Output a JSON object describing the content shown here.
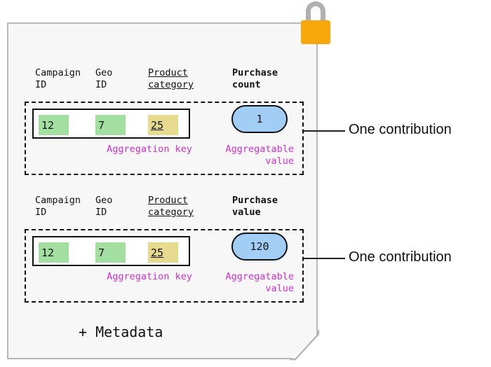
{
  "diagram": {
    "title_icon": "padlock-icon",
    "sheet_label": "encrypted-report-sheet",
    "metadata_text": "+ Metadata",
    "colors": {
      "sheet_background": "#f7f7f7",
      "sheet_border": "#b8b8b8",
      "padlock_body": "#f7a70c",
      "padlock_shackle": "#b0b0b0",
      "key_green": "#a3dfa1",
      "key_yellow": "#e5da8d",
      "value_blue": "#a2cdf5",
      "annotation_magenta": "#d130d1",
      "outline_black": "#111111"
    },
    "contributions": [
      {
        "headers": [
          {
            "text": "Campaign\nID",
            "style": "plain"
          },
          {
            "text": "Geo\nID",
            "style": "plain"
          },
          {
            "text": "Product\ncategory",
            "style": "underline"
          },
          {
            "text": "Purchase\ncount",
            "style": "bold"
          }
        ],
        "aggregation_key": [
          {
            "value": "12",
            "highlight": "green",
            "underline": false
          },
          {
            "value": "7",
            "highlight": "green",
            "underline": false
          },
          {
            "value": "25",
            "highlight": "yellow",
            "underline": true
          }
        ],
        "aggregatable_value": "1",
        "key_annotation": "Aggregation key",
        "value_annotation": "Aggregatable\nvalue",
        "side_label": "One contribution"
      },
      {
        "headers": [
          {
            "text": "Campaign\nID",
            "style": "plain"
          },
          {
            "text": "Geo\nID",
            "style": "plain"
          },
          {
            "text": "Product\ncategory",
            "style": "underline"
          },
          {
            "text": "Purchase\nvalue",
            "style": "bold"
          }
        ],
        "aggregation_key": [
          {
            "value": "12",
            "highlight": "green",
            "underline": false
          },
          {
            "value": "7",
            "highlight": "green",
            "underline": false
          },
          {
            "value": "25",
            "highlight": "yellow",
            "underline": true
          }
        ],
        "aggregatable_value": "120",
        "key_annotation": "Aggregation key",
        "value_annotation": "Aggregatable\nvalue",
        "side_label": "One contribution"
      }
    ]
  }
}
